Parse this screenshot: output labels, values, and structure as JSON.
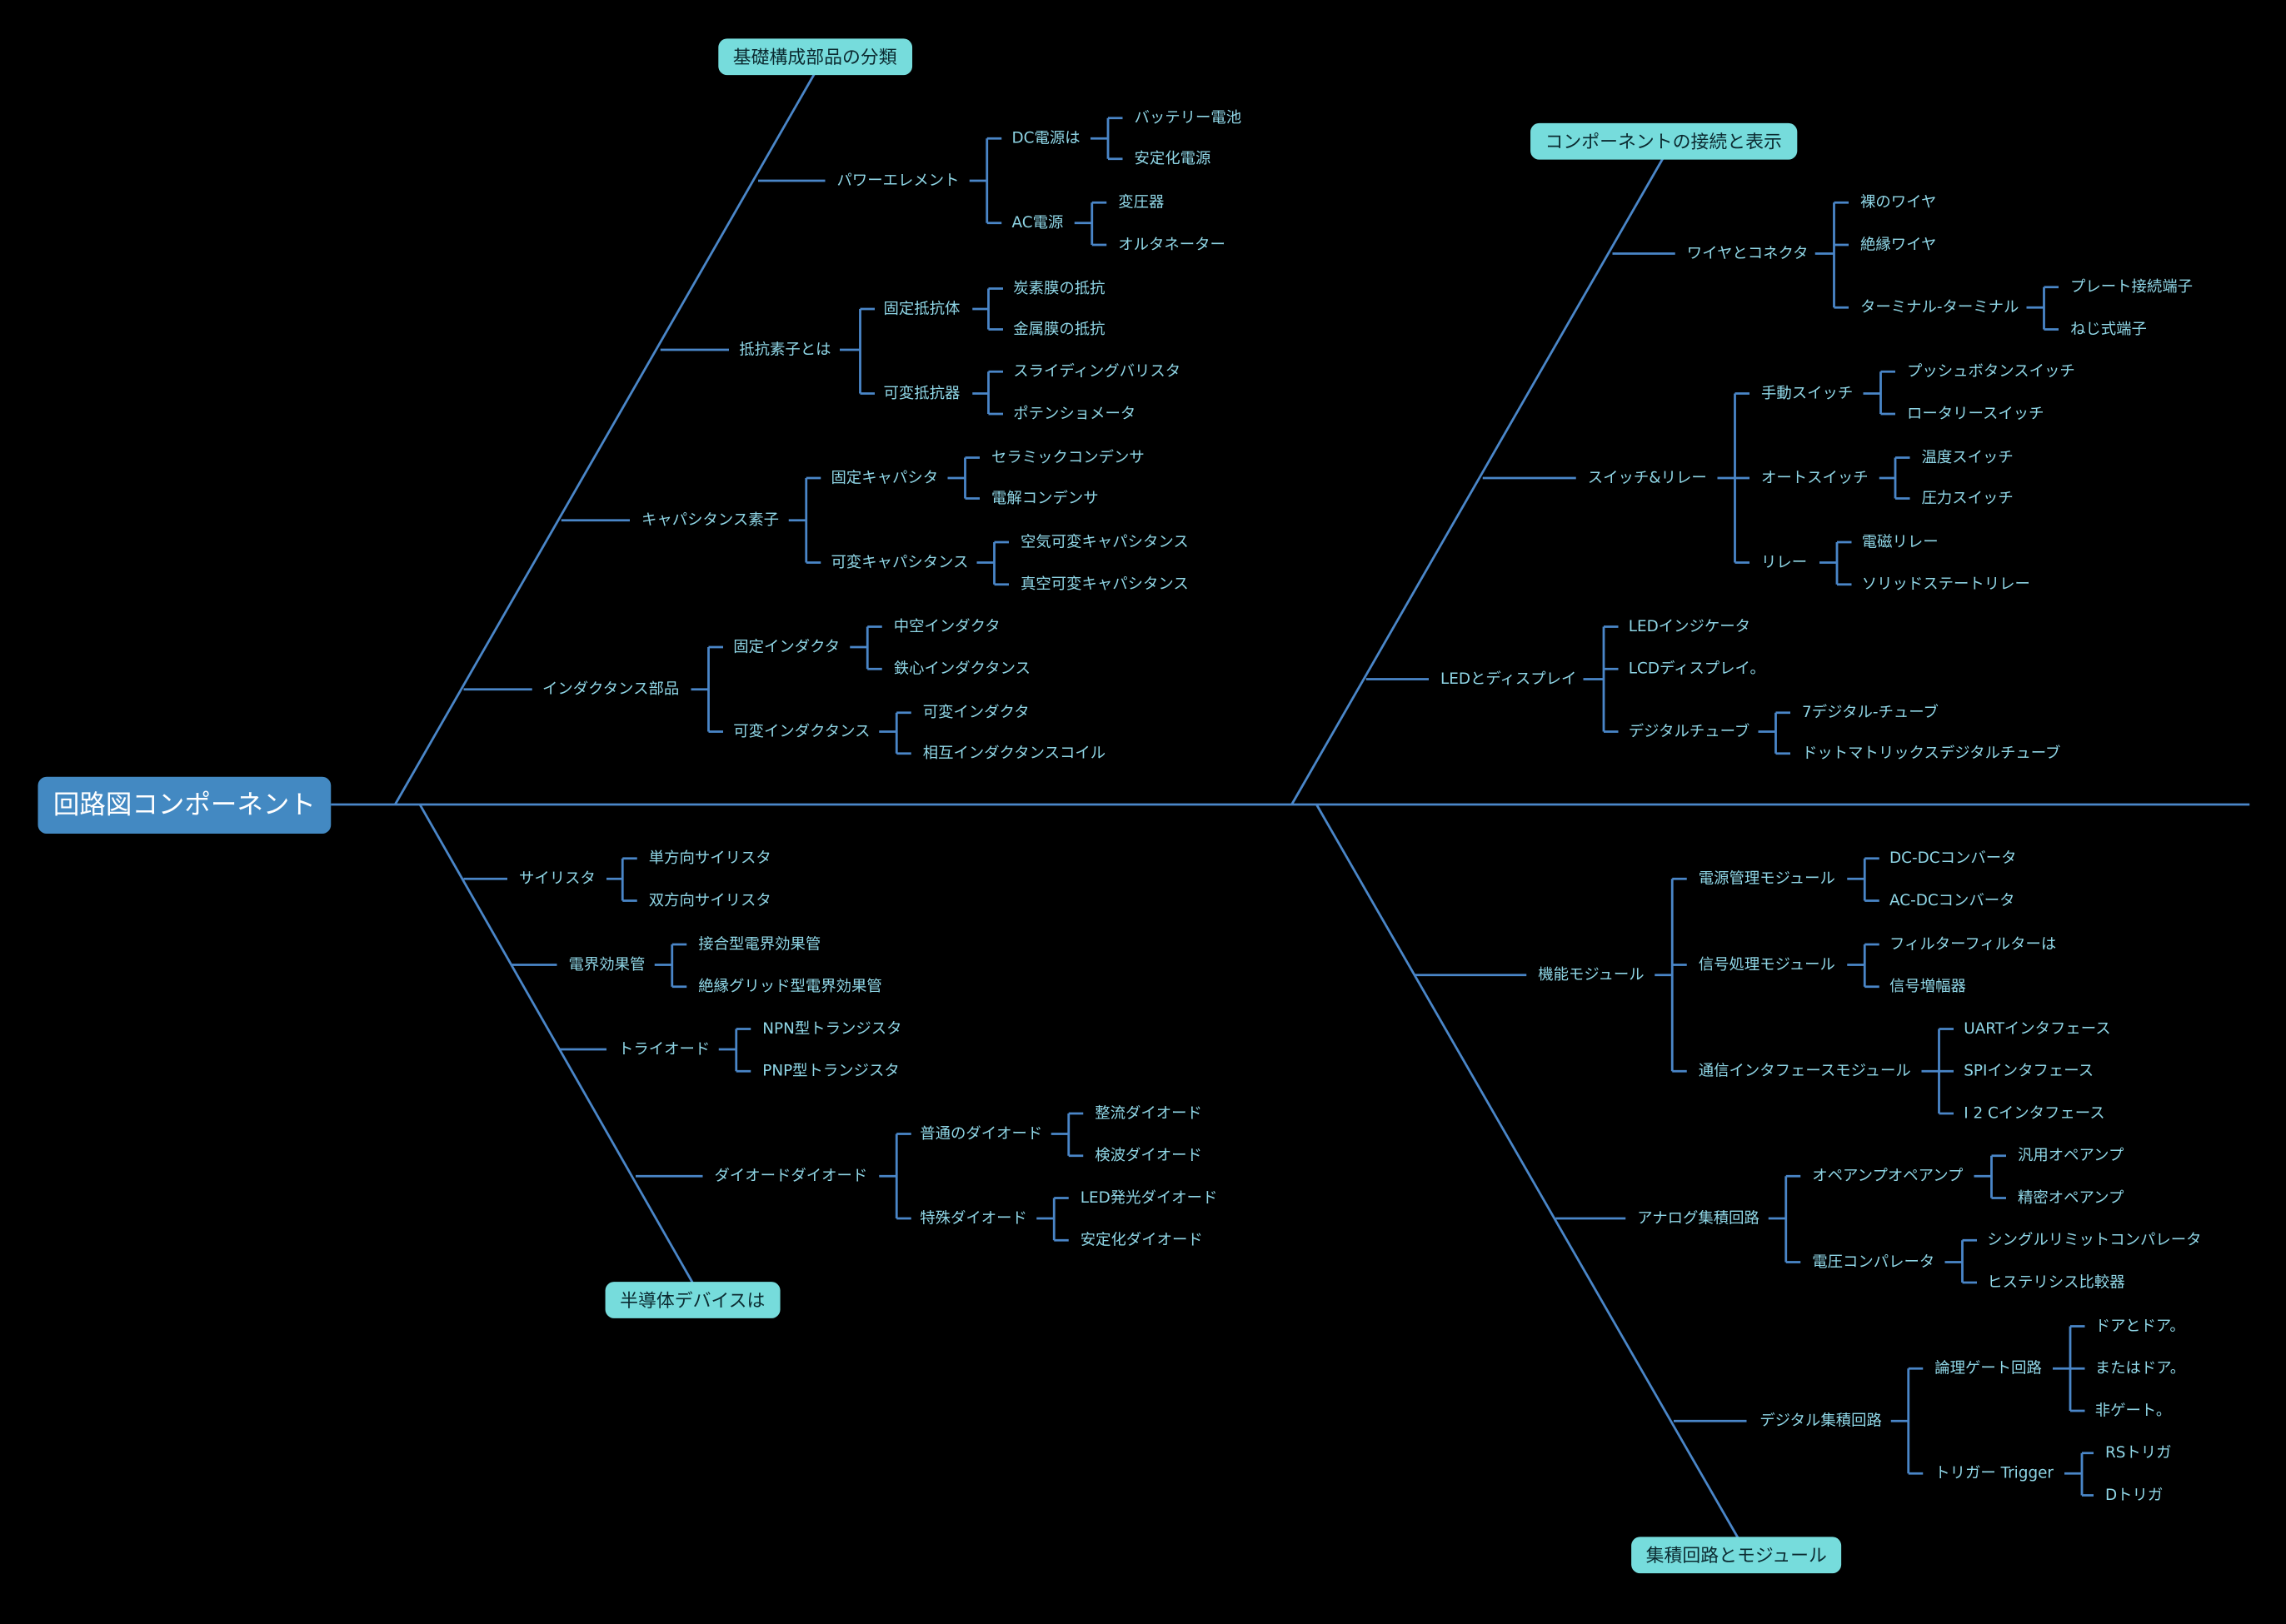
{
  "root": "回路図コンポーネント",
  "categories": {
    "basic": "基礎構成部品の分類",
    "connect": "コンポーネントの接続と表示",
    "semi": "半導体デバイスは",
    "ic": "集積回路とモジュール"
  },
  "basic": {
    "power": "パワーエレメント",
    "dc": "DC電源は",
    "battery": "バッテリー電池",
    "stable": "安定化電源",
    "ac": "AC電源",
    "transformer": "変圧器",
    "alternator": "オルタネーター",
    "resist": "抵抗素子とは",
    "fixed_res": "固定抵抗体",
    "carbon": "炭素膜の抵抗",
    "metal": "金属膜の抵抗",
    "var_res": "可変抵抗器",
    "sliding": "スライディングバリスタ",
    "pot": "ポテンショメータ",
    "cap": "キャパシタンス素子",
    "fixed_cap": "固定キャパシタ",
    "ceramic": "セラミックコンデンサ",
    "electro": "電解コンデンサ",
    "var_cap": "可変キャパシタンス",
    "air_cap": "空気可変キャパシタンス",
    "vac_cap": "真空可変キャパシタンス",
    "ind": "インダクタンス部品",
    "fixed_ind": "固定インダクタ",
    "hollow": "中空インダクタ",
    "iron": "鉄心インダクタンス",
    "var_ind": "可変インダクタンス",
    "var_inductor": "可変インダクタ",
    "mutual": "相互インダクタンスコイル"
  },
  "connect": {
    "wire": "ワイヤとコネクタ",
    "bare": "裸のワイヤ",
    "insulated": "絶縁ワイヤ",
    "terminal": "ターミナル-ターミナル",
    "plate": "プレート接続端子",
    "screw": "ねじ式端子",
    "switch": "スイッチ&リレー",
    "manual": "手動スイッチ",
    "push": "プッシュボタンスイッチ",
    "rotary": "ロータリースイッチ",
    "auto": "オートスイッチ",
    "temp": "温度スイッチ",
    "pressure": "圧力スイッチ",
    "relay": "リレー",
    "em_relay": "電磁リレー",
    "ss_relay": "ソリッドステートリレー",
    "led": "LEDとディスプレイ",
    "led_ind": "LEDインジケータ",
    "lcd": "LCDディスプレイ。",
    "digital_tube": "デジタルチューブ",
    "seven": "7デジタル-チューブ",
    "dot": "ドットマトリックスデジタルチューブ"
  },
  "semi": {
    "thyristor": "サイリスタ",
    "uni": "単方向サイリスタ",
    "bi": "双方向サイリスタ",
    "fet": "電界効果管",
    "jfet": "接合型電界効果管",
    "igfet": "絶縁グリッド型電界効果管",
    "triode": "トライオード",
    "npn": "NPN型トランジスタ",
    "pnp": "PNP型トランジスタ",
    "diode": "ダイオードダイオード",
    "normal": "普通のダイオード",
    "rect": "整流ダイオード",
    "detect": "検波ダイオード",
    "special": "特殊ダイオード",
    "led_diode": "LED発光ダイオード",
    "zener": "安定化ダイオード"
  },
  "ic": {
    "func": "機能モジュール",
    "pm": "電源管理モジュール",
    "dcdc": "DC-DCコンバータ",
    "acdc": "AC-DCコンバータ",
    "sig": "信号処理モジュール",
    "filter": "フィルターフィルターは",
    "amp": "信号増幅器",
    "comm": "通信インタフェースモジュール",
    "uart": "UARTインタフェース",
    "spi": "SPIインタフェース",
    "i2c": "I 2 Cインタフェース",
    "analog": "アナログ集積回路",
    "opamp": "オペアンプオペアンプ",
    "general": "汎用オペアンプ",
    "precision": "精密オペアンプ",
    "comparator": "電圧コンパレータ",
    "single": "シングルリミットコンパレータ",
    "hyst": "ヒステリシス比較器",
    "digital": "デジタル集積回路",
    "logic": "論理ゲート回路",
    "and": "ドアとドア。",
    "or": "またはドア。",
    "not": "非ゲート。",
    "trigger": "トリガー Trigger",
    "rs": "RSトリガ",
    "d": "Dトリガ"
  },
  "colors": {
    "background": "#000000",
    "line": "#4a86c8",
    "root_fill": "#4389c2",
    "category_fill": "#76dcdc",
    "text": "#8fd6e6"
  }
}
